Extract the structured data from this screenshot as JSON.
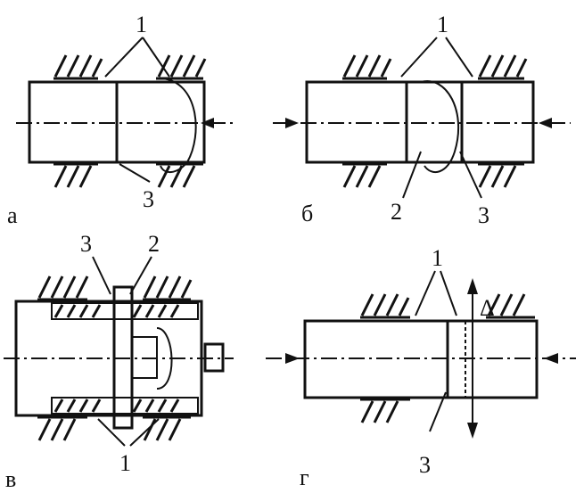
{
  "panels": {
    "a": {
      "letter": "а",
      "labels": [
        "1",
        "3"
      ]
    },
    "b": {
      "letter": "б",
      "labels": [
        "1",
        "2",
        "3"
      ]
    },
    "v": {
      "letter": "в",
      "labels": [
        "3",
        "2",
        "1"
      ]
    },
    "g": {
      "letter": "г",
      "labels": [
        "1",
        "Δ",
        "3"
      ]
    }
  }
}
